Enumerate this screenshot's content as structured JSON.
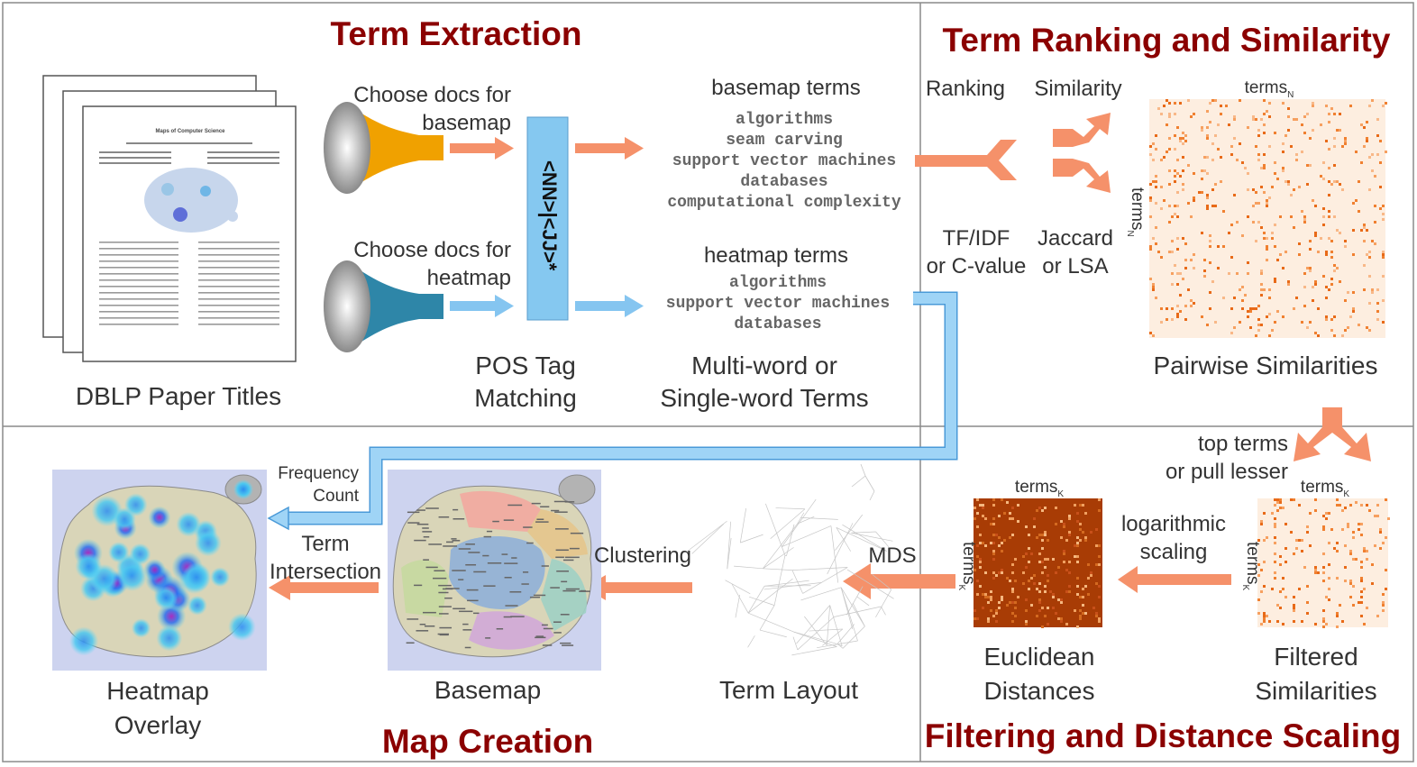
{
  "sections": {
    "term_extraction": "Term Extraction",
    "term_ranking": "Term Ranking and Similarity",
    "map_creation": "Map Creation",
    "filtering": "Filtering and Distance Scaling"
  },
  "term_extraction": {
    "funnel_basemap_label": [
      "Choose docs for",
      "basemap"
    ],
    "funnel_heatmap_label": [
      "Choose docs for",
      "heatmap"
    ],
    "pos_pattern": "<NN>|<JJ>*",
    "basemap_terms_title": "basemap terms",
    "basemap_terms": [
      "algorithms",
      "seam carving",
      "support vector machines",
      "databases",
      "computational complexity"
    ],
    "heatmap_terms_title": "heatmap terms",
    "heatmap_terms": [
      "algorithms",
      "support vector machines",
      "databases"
    ],
    "caption_docs": "DBLP Paper Titles",
    "caption_pos": [
      "POS Tag",
      "Matching"
    ],
    "caption_terms": [
      "Multi-word or",
      "Single-word Terms"
    ],
    "paper_title": "Maps of Computer Science"
  },
  "term_ranking": {
    "ranking_label": "Ranking",
    "similarity_label": "Similarity",
    "ranking_methods": [
      "TF/IDF",
      "or C-value"
    ],
    "similarity_methods": [
      "Jaccard",
      "or LSA"
    ],
    "matrix_top_label": "terms",
    "matrix_top_sub": "N",
    "matrix_side_label": "terms",
    "matrix_side_sub": "N",
    "caption": "Pairwise Similarities"
  },
  "filtering": {
    "top_terms_label": [
      "top terms",
      "or pull lesser"
    ],
    "filtered_top_label": "terms",
    "filtered_top_sub": "K",
    "filtered_side_label": "terms",
    "filtered_side_sub": "K",
    "filtered_caption": [
      "Filtered",
      "Similarities"
    ],
    "log_scaling_label": [
      "logarithmic",
      "scaling"
    ],
    "euclid_top_label": "terms",
    "euclid_top_sub": "K",
    "euclid_side_label": "terms",
    "euclid_side_sub": "K",
    "euclid_caption": [
      "Euclidean",
      "Distances"
    ]
  },
  "map_creation": {
    "mds_label": "MDS",
    "term_layout_caption": "Term Layout",
    "clustering_label": "Clustering",
    "basemap_caption": "Basemap",
    "term_intersection_label": [
      "Term",
      "Intersection"
    ],
    "frequency_count_label": [
      "Frequency",
      "Count"
    ],
    "heatmap_caption": [
      "Heatmap",
      "Overlay"
    ]
  },
  "colors": {
    "section_title": "#8b0000",
    "orange_arrow": "#f5916a",
    "blue_arrow": "#85c5f0",
    "funnel_orange": "#f0a100",
    "funnel_teal": "#2e86a8",
    "pos_box": "#85c8f0",
    "matrix_bg": "#fdeee0",
    "matrix_cell": "#f08030",
    "euclid_bg": "#a83c05"
  }
}
